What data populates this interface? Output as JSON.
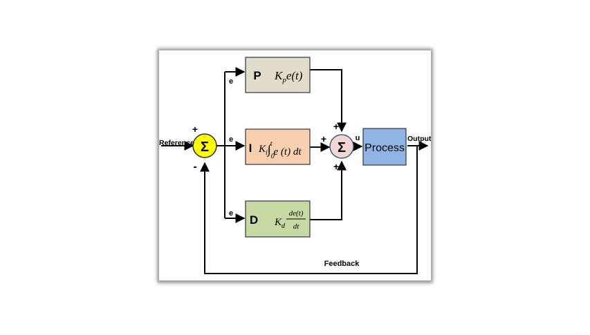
{
  "diagram": {
    "signals": {
      "reference": "Reference",
      "output": "Output",
      "feedback": "Feedback",
      "u": "u",
      "e_p": "e",
      "e_i": "e",
      "e_d": "e"
    },
    "summing_junction_1": {
      "symbol": "Σ",
      "plus": "+",
      "minus": "-",
      "color": "#ffff00"
    },
    "summing_junction_2": {
      "symbol": "Σ",
      "plus_top": "+",
      "plus_left": "+",
      "plus_bottom": "+",
      "color": "#f2d6d4"
    },
    "blocks": {
      "p": {
        "letter": "P",
        "formula_main": "K",
        "formula_sub": "p",
        "formula_rest": "e(t)",
        "color": "#e2dccd"
      },
      "i": {
        "letter": "I",
        "formula_main": "K",
        "formula_sub": "i",
        "formula_integral": "∫",
        "formula_lower": "0",
        "formula_upper": "t",
        "formula_rest": "e (t) dt",
        "color": "#f8cfaf"
      },
      "d": {
        "letter": "D",
        "formula_main": "K",
        "formula_sub": "d",
        "formula_num": "de(t)",
        "formula_den": "dt",
        "color": "#c6d9a2"
      },
      "process": {
        "label": "Process",
        "color": "#8eb4e3"
      }
    }
  }
}
